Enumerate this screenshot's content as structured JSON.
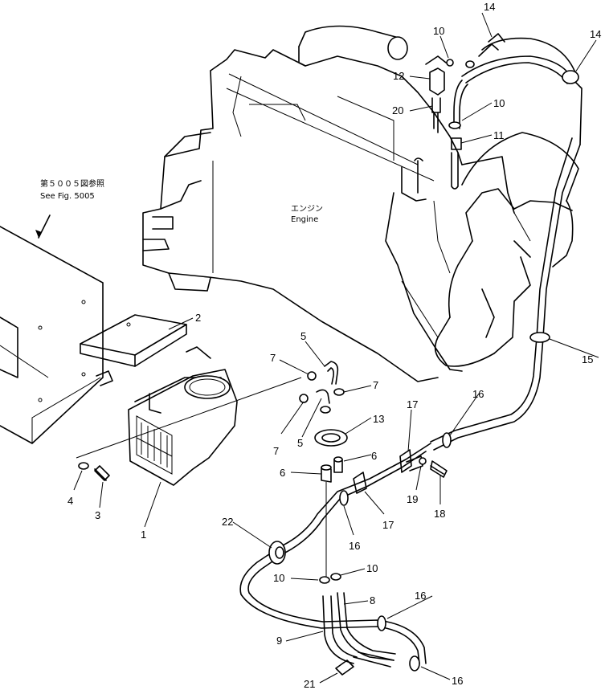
{
  "notes": {
    "fig_ref_jp": "第５００５図参照",
    "fig_ref_en": "See Fig. 5005",
    "engine_jp": "エンジン",
    "engine_en": "Engine"
  },
  "callouts": [
    {
      "id": "c14a",
      "text": "14"
    },
    {
      "id": "c14b",
      "text": "14"
    },
    {
      "id": "c10a",
      "text": "10"
    },
    {
      "id": "c12",
      "text": "12"
    },
    {
      "id": "c20",
      "text": "20"
    },
    {
      "id": "c10b",
      "text": "10"
    },
    {
      "id": "c11",
      "text": "11"
    },
    {
      "id": "c2",
      "text": "2"
    },
    {
      "id": "c5a",
      "text": "5"
    },
    {
      "id": "c7a",
      "text": "7"
    },
    {
      "id": "c7b",
      "text": "7"
    },
    {
      "id": "c7c",
      "text": "7"
    },
    {
      "id": "c5b",
      "text": "5"
    },
    {
      "id": "c13",
      "text": "13"
    },
    {
      "id": "c15",
      "text": "15"
    },
    {
      "id": "c16a",
      "text": "16"
    },
    {
      "id": "c17a",
      "text": "17"
    },
    {
      "id": "c6a",
      "text": "6"
    },
    {
      "id": "c6b",
      "text": "6"
    },
    {
      "id": "c19",
      "text": "19"
    },
    {
      "id": "c18",
      "text": "18"
    },
    {
      "id": "c17b",
      "text": "17"
    },
    {
      "id": "c16b",
      "text": "16"
    },
    {
      "id": "c4",
      "text": "4"
    },
    {
      "id": "c3",
      "text": "3"
    },
    {
      "id": "c1",
      "text": "1"
    },
    {
      "id": "c22",
      "text": "22"
    },
    {
      "id": "c10c",
      "text": "10"
    },
    {
      "id": "c10d",
      "text": "10"
    },
    {
      "id": "c8",
      "text": "8"
    },
    {
      "id": "c16c",
      "text": "16"
    },
    {
      "id": "c9",
      "text": "9"
    },
    {
      "id": "c21",
      "text": "21"
    },
    {
      "id": "c16d",
      "text": "16"
    }
  ]
}
